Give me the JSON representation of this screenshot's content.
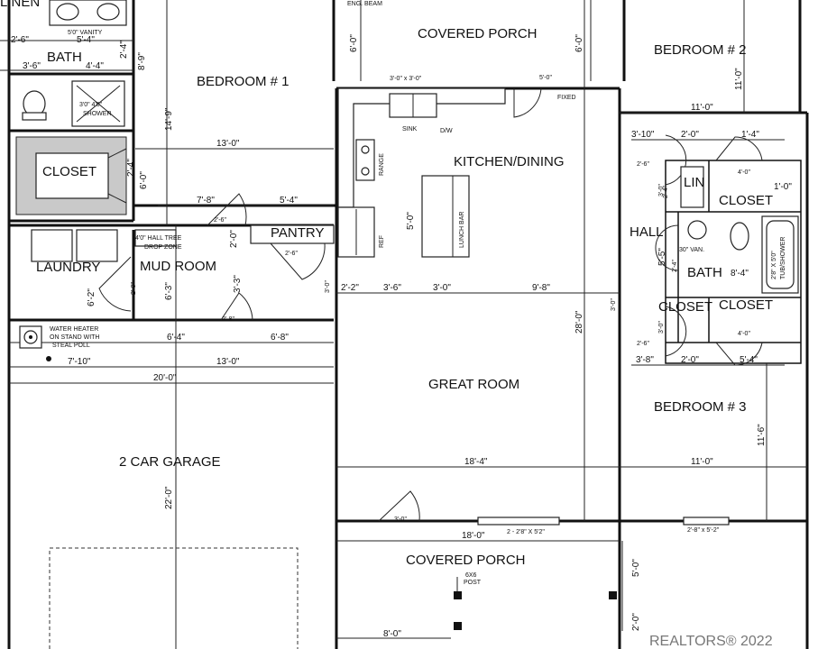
{
  "rooms": {
    "linen_top": "LINEN",
    "bath1": "BATH",
    "bedroom1": "BEDROOM # 1",
    "covered_porch_top": "COVERED PORCH",
    "bedroom2": "BEDROOM # 2",
    "closet1": "CLOSET",
    "kitchen": "KITCHEN/DINING",
    "pantry": "PANTRY",
    "laundry": "LAUNDRY",
    "mudroom": "MUD ROOM",
    "lin": "LIN",
    "closet_b2": "CLOSET",
    "hall": "HALL",
    "bath2": "BATH",
    "closet_a": "CLOSET",
    "closet_b": "CLOSET",
    "great_room": "GREAT ROOM",
    "bedroom3": "BEDROOM # 3",
    "garage": "2 CAR GARAGE",
    "covered_porch_bottom": "COVERED PORCH"
  },
  "dims": {
    "d_2_6_top": "2'-6\"",
    "d_5_4_vanity": "5'-4\"",
    "d_3_6": "3'-6\"",
    "d_4_4": "4'-4\"",
    "d_2_4_top": "2'-4\"",
    "d_8_9": "8'-9\"",
    "d_14_9": "14'-9\"",
    "d_13_0_bed1": "13'-0\"",
    "d_6_0_closet": "6'-0\"",
    "d_2_4_closet": "2'-4\"",
    "d_7_8": "7'-8\"",
    "d_5_4_hall": "5'-4\"",
    "d_2_6_mud": "2'-6\"",
    "d_2_0_mud": "2'-0\"",
    "d_2_6_pantry": "2'-6\"",
    "d_2_8_laundry": "2'-8\"",
    "d_6_2": "6'-2\"",
    "d_6_3": "6'-3\"",
    "d_3_3": "3'-3\"",
    "d_2_8_mud": "2'-8\"",
    "d_6_0_porch_l": "6'-0\"",
    "d_6_0_porch_r": "6'-0\"",
    "d_5_0_porch_top": "5'-0\"",
    "d_11_0_bed2_h": "11'-0\"",
    "d_11_0_bed2_v": "11'-0\"",
    "d_3_10_top": "3'-10\"",
    "d_2_0_hall_top": "2'-0\"",
    "d_1_4": "1'-4\"",
    "d_2_6_hall": "2'-6\"",
    "d_4_0_hall": "4'-0\"",
    "d_2_4_hall": "2'-4\"",
    "d_1_0": "1'-0\"",
    "d_5_5": "5'-5\"",
    "d_8_4": "8'-4\"",
    "d_2_4_bath": "2'-4\"",
    "d_3_0_bath": "3'-0\"",
    "d_3_0_hall": "3'-0\"",
    "d_2_6_lower": "2'-6\"",
    "d_3_0_lower": "3'-0\"",
    "d_4_0_lower": "4'-0\"",
    "d_3_8": "3'-8\"",
    "d_2_0_lower": "2'-0\"",
    "d_5_4_lower": "5'-4\"",
    "d_5_0_lunch": "5'-0\"",
    "d_3_0_great": "3'-0\"",
    "d_2_2": "2'-2\"",
    "d_3_6_great": "3'-6\"",
    "d_3_0_great2": "3'-0\"",
    "d_9_8": "9'-8\"",
    "d_28_0": "28'-0\"",
    "d_6_4": "6'-4\"",
    "d_6_8": "6'-8\"",
    "d_7_10": "7'-10\"",
    "d_13_0_garage": "13'-0\"",
    "d_20_0": "20'-0\"",
    "d_11_6": "11'-6\"",
    "d_11_0_bed3": "11'-0\"",
    "d_18_4": "18'-4\"",
    "d_22_0": "22'-0\"",
    "d_3_0_door": "3'-0\"",
    "d_18_0": "18'-0\"",
    "d_5_0_porch_bot": "5'-0\"",
    "d_8_0": "8'-0\"",
    "d_2_0_porch_bot": "2'-0\""
  },
  "notes": {
    "vanity": "5'0\" VANITY",
    "shower": "SHOWER",
    "shower_size": "3'0\" 4'0\"",
    "sink_window": "3'-0\" x 3'-0\"",
    "sink": "SINK",
    "dw": "D/W",
    "fixed": "FIXED",
    "range": "RANGE",
    "ref": "REF",
    "lunch_bar": "LUNCH BAR",
    "hall_tree": "4'0\" HALL TREE",
    "drop_zone": "DROP ZONE",
    "water_heater_1": "WATER HEATER",
    "water_heater_2": "ON STAND WITH",
    "water_heater_3": "STEAL POLL",
    "van_30": "30\" VAN.",
    "tub_shower_1": "2'8\" X 5'0\"",
    "tub_shower_2": "TUB/SHOWER",
    "window_great": "2 - 2'8\" X 5'2\"",
    "window_bed3": "2'-8\" x 5'-2\"",
    "post_1": "6X6",
    "post_2": "POST",
    "eng_beam": "ENG. BEAM",
    "watermark": "REALTORS® 2022"
  }
}
